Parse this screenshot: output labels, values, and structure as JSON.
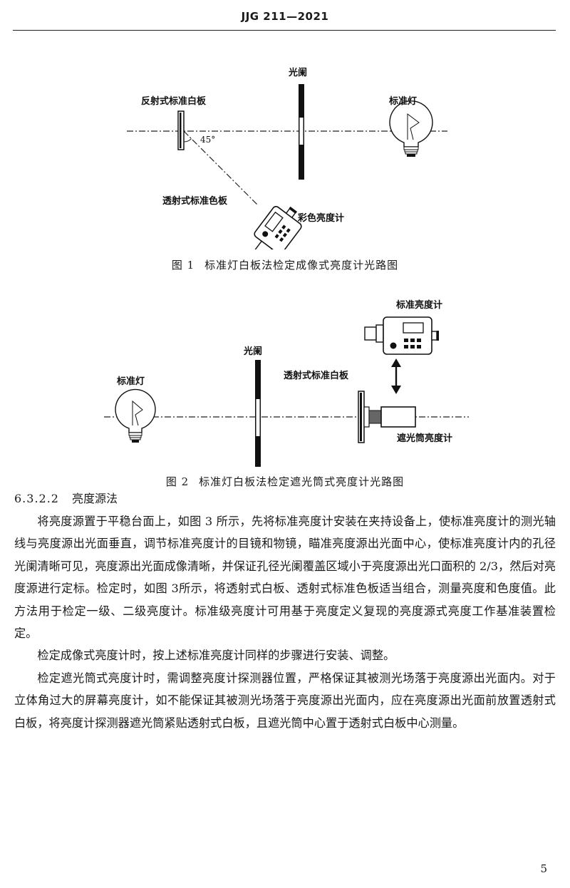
{
  "header": {
    "standard_code": "JJG 211—2021"
  },
  "figure1": {
    "labels": {
      "reflective_board": "反射式标准白板",
      "aperture": "光阑",
      "standard_lamp": "标准灯",
      "angle": "45°",
      "transmissive_filter": "透射式标准色板",
      "color_meter": "彩色亮度计"
    },
    "caption_number": "图 1",
    "caption_text": "标准灯白板法检定成像式亮度计光路图"
  },
  "figure2": {
    "labels": {
      "standard_meter": "标准亮度计",
      "aperture": "光阑",
      "transmissive_board": "透射式标准白板",
      "standard_lamp": "标准灯",
      "tube_meter": "遮光筒亮度计"
    },
    "caption_number": "图 2",
    "caption_text": "标准灯白板法检定遮光筒式亮度计光路图"
  },
  "section": {
    "number": "6.3.2.2",
    "title": "亮度源法",
    "paragraphs": [
      "将亮度源置于平稳台面上，如图 3 所示，先将标准亮度计安装在夹持设备上，使标准亮度计的测光轴线与亮度源出光面垂直，调节标准亮度计的目镜和物镜，瞄准亮度源出光面中心，使标准亮度计内的孔径光阑清晰可见，亮度源出光面成像清晰，并保证孔径光阑覆盖区域小于亮度源出光口面积的 2/3，然后对亮度源进行定标。检定时，如图 3所示，将透射式白板、透射式标准色板适当组合，测量亮度和色度值。此方法用于检定一级、二级亮度计。标准级亮度计可用基于亮度定义复现的亮度源式亮度工作基准装置检定。",
      "检定成像式亮度计时，按上述标准亮度计同样的步骤进行安装、调整。",
      "检定遮光筒式亮度计时，需调整亮度计探测器位置，严格保证其被测光场落于亮度源出光面内。对于立体角过大的屏幕亮度计，如不能保证其被测光场落于亮度源出光面内，应在亮度源出光面前放置透射式白板，将亮度计探测器遮光筒紧贴透射式白板，且遮光筒中心置于透射式白板中心测量。"
    ]
  },
  "page_number": "5"
}
